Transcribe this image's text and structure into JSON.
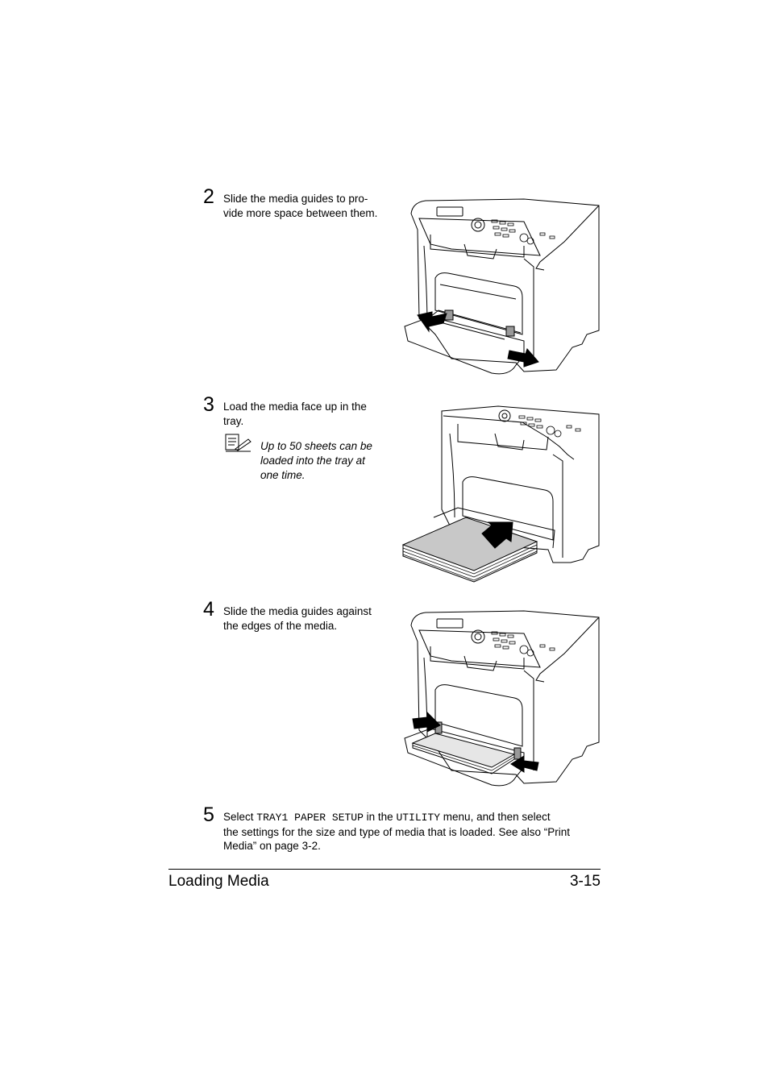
{
  "steps": [
    {
      "num": "2",
      "lines": [
        "Slide the media guides to pro-",
        "vide more space between them."
      ]
    },
    {
      "num": "3",
      "lines": [
        "Load the media face up in the",
        "tray."
      ],
      "note": {
        "icon": "memo-pen-icon",
        "lines": [
          "Up to 50 sheets can be",
          "loaded into the tray at",
          "one time."
        ]
      }
    },
    {
      "num": "4",
      "lines": [
        "Slide the media guides against",
        "the edges of the media."
      ]
    },
    {
      "num": "5",
      "line1": {
        "pre": "Select ",
        "code1": "TRAY1 PAPER SETUP",
        "mid": " in the ",
        "code2": "UTILITY",
        "post": " menu, and then select"
      },
      "line2": "the settings for the size and type of media that is loaded. See also “Print",
      "line3": "Media” on page 3-2."
    }
  ],
  "illustrations": [
    {
      "icon": "printer-open-tray-guides-outward-icon"
    },
    {
      "icon": "printer-load-paper-stack-icon"
    },
    {
      "icon": "printer-guides-inward-icon"
    }
  ],
  "footer": {
    "section": "Loading Media",
    "page": "3-15"
  }
}
